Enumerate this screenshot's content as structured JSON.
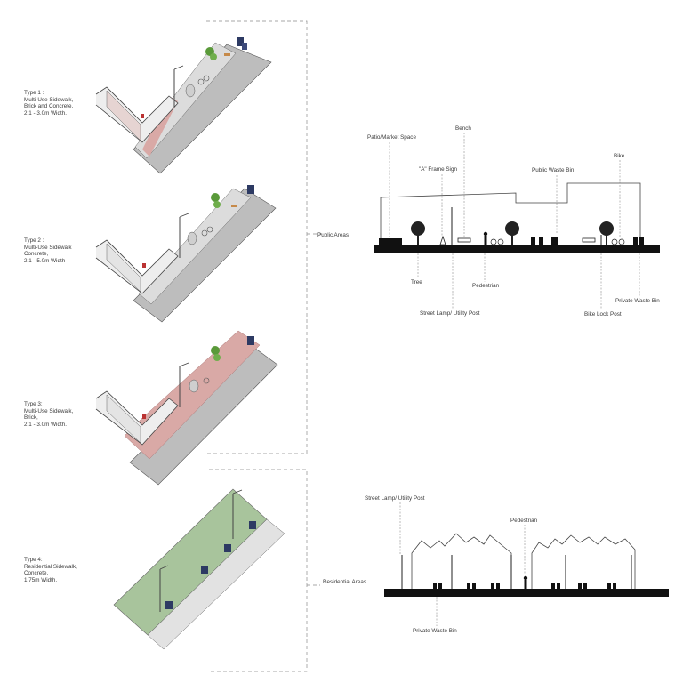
{
  "types": [
    {
      "lines": [
        "Type 1 :",
        "Multi-Use Sidewalk,",
        "Brick and Concrete,",
        "2.1 - 3.0m Width."
      ]
    },
    {
      "lines": [
        "Type 2 :",
        "Multi-Use Sidewalk",
        "Concrete,",
        "2.1 - 5.0m Width"
      ]
    },
    {
      "lines": [
        "Type 3:",
        "Multi-Use Sidewalk,",
        "Brick,",
        "2.1 - 3.0m Width."
      ]
    },
    {
      "lines": [
        "Type 4:",
        "Residential Sidewalk,",
        "Concrete,",
        "1.75m Width."
      ]
    }
  ],
  "section_public": {
    "area_label": "Public Areas",
    "labels": {
      "patio": "Patio/Market Space",
      "bench": "Bench",
      "frame_sign": "\"A\" Frame Sign",
      "public_bin": "Public Waste Bin",
      "bike": "Bike",
      "tree": "Tree",
      "pedestrian": "Pedestrian",
      "lamp": "Street Lamp/ Utility Post",
      "bike_lock": "Bike Lock Post",
      "private_bin": "Private Waste Bin"
    }
  },
  "section_residential": {
    "area_label": "Residential Areas",
    "labels": {
      "lamp": "Street Lamp/ Utility Post",
      "pedestrian": "Pedestrian",
      "private_bin": "Private Waste Bin"
    }
  },
  "colors": {
    "line": "#3a3a3a",
    "asphalt": "#bdbdbd",
    "concrete": "#dcdcdc",
    "brick": "#d9a9a6",
    "grass": "#a8c49c",
    "bin": "#2d3a63",
    "tree": "#5a9a3a",
    "ground": "#111111"
  }
}
